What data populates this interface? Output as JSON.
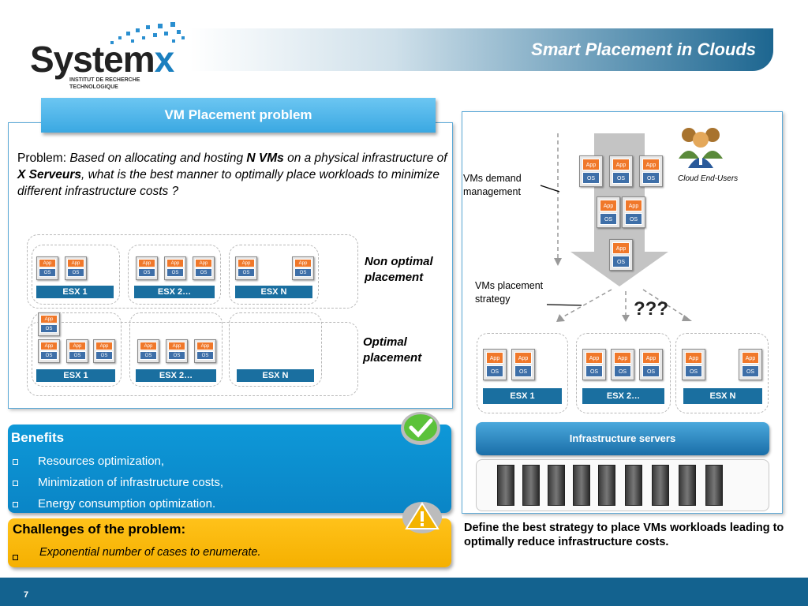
{
  "header": {
    "title": "Smart Placement in Clouds",
    "logo_main": "System",
    "logo_x": "x",
    "logo_sub1": "INSTITUT DE RECHERCHE",
    "logo_sub2": "TECHNOLOGIQUE"
  },
  "problem": {
    "heading": "VM Placement problem",
    "text_prefix": "Problem: ",
    "text_1": "Based on allocating and hosting ",
    "text_nvms": "N VMs",
    "text_2": " on a physical infrastructure of ",
    "text_xserv": "X Serveurs",
    "text_3": ", what is the best manner to optimally place workloads to minimize different infrastructure costs ?",
    "non_optimal_label": "Non optimal\nplacement",
    "optimal_label": "Optimal\nplacement",
    "esx_labels": [
      "ESX 1",
      "ESX 2…",
      "ESX N"
    ]
  },
  "vm": {
    "app": "App",
    "os": "OS"
  },
  "right": {
    "demand_label": "VMs demand management",
    "strategy_label": "VMs placement strategy",
    "end_users_label": "Cloud End-Users",
    "unknown": "???",
    "esx_labels": [
      "ESX 1",
      "ESX 2…",
      "ESX N"
    ],
    "infra_label": "Infrastructure servers",
    "define_text": "Define the best strategy to place VMs workloads leading to optimally reduce infrastructure costs."
  },
  "benefits": {
    "title": "Benefits",
    "items": [
      "Resources optimization,",
      "Minimization of infrastructure costs,",
      "Energy consumption optimization."
    ]
  },
  "challenges": {
    "title": "Challenges of the problem:",
    "items": [
      "Exponential number of cases to enumerate."
    ]
  },
  "footer": {
    "page": "7"
  },
  "colors": {
    "accent": "#1a6fa0",
    "app": "#f0782a",
    "os": "#3e6fa8",
    "benefit": "#0e98d8",
    "challenge": "#ffc21a"
  }
}
